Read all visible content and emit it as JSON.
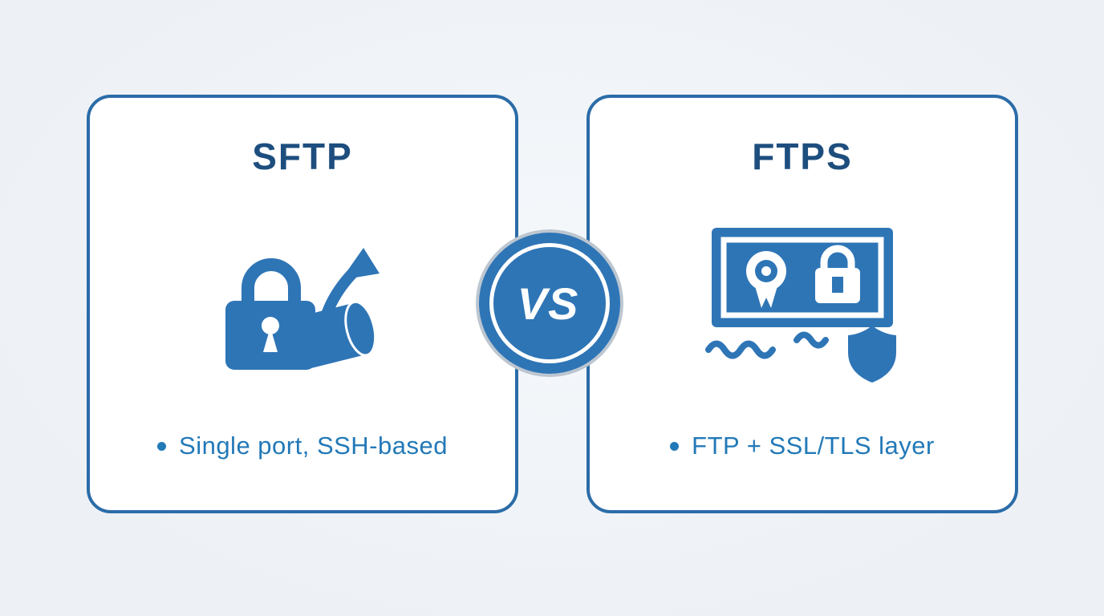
{
  "page": {
    "background_color": "#edf1f6"
  },
  "comparison": {
    "vs_badge": {
      "label": "VS"
    },
    "left_card": {
      "title": "SFTP",
      "icon": "padlock-tunnel-arrow-icon",
      "bullets": [
        "Single port, SSH-based"
      ]
    },
    "right_card": {
      "title": "FTPS",
      "icon": "certificate-shield-icon",
      "bullets": [
        "FTP + SSL/TLS layer"
      ]
    },
    "colors": {
      "card_border": "#2b6ca8",
      "title_text": "#1d4e7e",
      "accent": "#2e75b6",
      "bullet_text": "#2279b8",
      "badge_fill": "#2e75b6",
      "badge_outer_ring": "#bcc6d0",
      "card_background": "#ffffff"
    }
  }
}
